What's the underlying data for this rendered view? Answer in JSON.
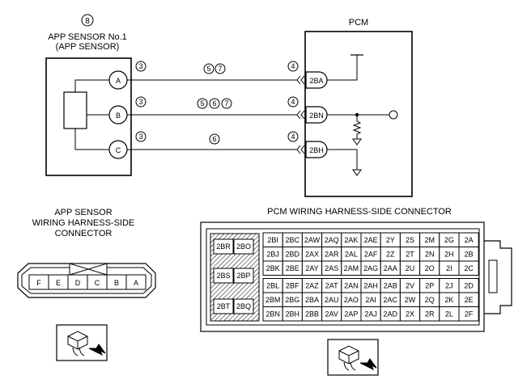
{
  "sensor": {
    "number": "8",
    "title_line1": "APP SENSOR No.1",
    "title_line2": "(APP SENSOR)",
    "terminals": [
      "A",
      "B",
      "C"
    ],
    "terminal_note": "3"
  },
  "pcm": {
    "title": "PCM",
    "terminals": [
      "2BA",
      "2BN",
      "2BH"
    ],
    "terminal_note": "4"
  },
  "wires": [
    {
      "notes": [
        "5",
        "7"
      ]
    },
    {
      "notes": [
        "5",
        "6",
        "7"
      ]
    },
    {
      "notes": [
        "6"
      ]
    }
  ],
  "sensor_connector": {
    "title_line1": "APP SENSOR",
    "title_line2": "WIRING HARNESS-SIDE",
    "title_line3": "CONNECTOR",
    "pins": [
      "F",
      "E",
      "D",
      "C",
      "B",
      "A"
    ]
  },
  "pcm_connector": {
    "title": "PCM WIRING HARNESS-SIDE CONNECTOR",
    "left_block": [
      [
        "2BR",
        "2BO"
      ],
      [
        "2BS",
        "2BP"
      ],
      [
        "2BT",
        "2BQ"
      ]
    ],
    "rows": [
      [
        "2BI",
        "2BC",
        "2AW",
        "2AQ",
        "2AK",
        "2AE",
        "2Y",
        "2S",
        "2M",
        "2G",
        "2A"
      ],
      [
        "2BJ",
        "2BD",
        "2AX",
        "2AR",
        "2AL",
        "2AF",
        "2Z",
        "2T",
        "2N",
        "2H",
        "2B"
      ],
      [
        "2BK",
        "2BE",
        "2AY",
        "2AS",
        "2AM",
        "2AG",
        "2AA",
        "2U",
        "2O",
        "2I",
        "2C"
      ],
      [
        "2BL",
        "2BF",
        "2AZ",
        "2AT",
        "2AN",
        "2AH",
        "2AB",
        "2V",
        "2P",
        "2J",
        "2D"
      ],
      [
        "2BM",
        "2BG",
        "2BA",
        "2AU",
        "2AO",
        "2AI",
        "2AC",
        "2W",
        "2Q",
        "2K",
        "2E"
      ],
      [
        "2BN",
        "2BH",
        "2BB",
        "2AV",
        "2AP",
        "2AJ",
        "2AD",
        "2X",
        "2R",
        "2L",
        "2F"
      ]
    ]
  }
}
